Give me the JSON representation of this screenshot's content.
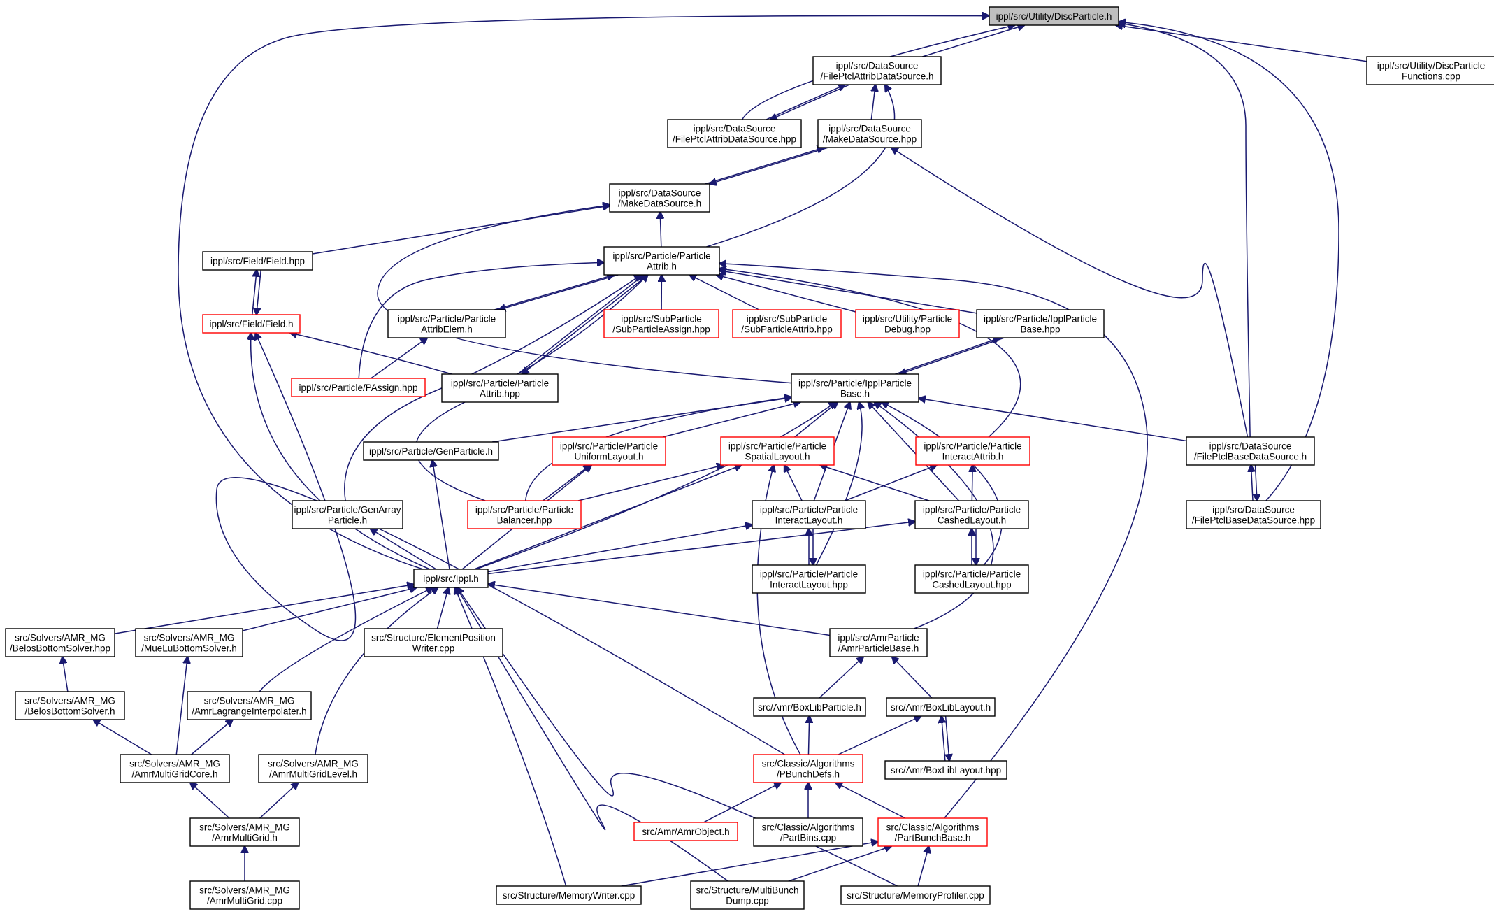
{
  "diagram": {
    "nodes": [
      {
        "id": "disc",
        "lines": [
          "ippl/src/Utility/DiscParticle.h"
        ],
        "style": "root"
      },
      {
        "id": "fpadsh",
        "lines": [
          "ippl/src/DataSource",
          "/FilePtclAttribDataSource.h"
        ],
        "style": "normal"
      },
      {
        "id": "dpfunc",
        "lines": [
          "ippl/src/Utility/DiscParticle",
          "Functions.cpp"
        ],
        "style": "normal"
      },
      {
        "id": "fpadshpp",
        "lines": [
          "ippl/src/DataSource",
          "/FilePtclAttribDataSource.hpp"
        ],
        "style": "normal"
      },
      {
        "id": "mdshpp",
        "lines": [
          "ippl/src/DataSource",
          "/MakeDataSource.hpp"
        ],
        "style": "normal"
      },
      {
        "id": "mdsh",
        "lines": [
          "ippl/src/DataSource",
          "/MakeDataSource.h"
        ],
        "style": "normal"
      },
      {
        "id": "fieldhpp",
        "lines": [
          "ippl/src/Field/Field.hpp"
        ],
        "style": "normal"
      },
      {
        "id": "pattribh",
        "lines": [
          "ippl/src/Particle/Particle",
          "Attrib.h"
        ],
        "style": "normal"
      },
      {
        "id": "fieldh",
        "lines": [
          "ippl/src/Field/Field.h"
        ],
        "style": "red"
      },
      {
        "id": "pattribelem",
        "lines": [
          "ippl/src/Particle/Particle",
          "AttribElem.h"
        ],
        "style": "normal"
      },
      {
        "id": "subassign",
        "lines": [
          "ippl/src/SubParticle",
          "/SubParticleAssign.hpp"
        ],
        "style": "red"
      },
      {
        "id": "subattrib",
        "lines": [
          "ippl/src/SubParticle",
          "/SubParticleAttrib.hpp"
        ],
        "style": "red"
      },
      {
        "id": "pdebug",
        "lines": [
          "ippl/src/Utility/Particle",
          "Debug.hpp"
        ],
        "style": "red"
      },
      {
        "id": "ipplbasehpp",
        "lines": [
          "ippl/src/Particle/IpplParticle",
          "Base.hpp"
        ],
        "style": "normal"
      },
      {
        "id": "passign",
        "lines": [
          "ippl/src/Particle/PAssign.hpp"
        ],
        "style": "red"
      },
      {
        "id": "pattribhpp",
        "lines": [
          "ippl/src/Particle/Particle",
          "Attrib.hpp"
        ],
        "style": "normal"
      },
      {
        "id": "ipplbaseh",
        "lines": [
          "ippl/src/Particle/IpplParticle",
          "Base.h"
        ],
        "style": "normal"
      },
      {
        "id": "genparticle",
        "lines": [
          "ippl/src/Particle/GenParticle.h"
        ],
        "style": "normal"
      },
      {
        "id": "uniform",
        "lines": [
          "ippl/src/Particle/Particle",
          "UniformLayout.h"
        ],
        "style": "red"
      },
      {
        "id": "spatial",
        "lines": [
          "ippl/src/Particle/Particle",
          "SpatialLayout.h"
        ],
        "style": "red"
      },
      {
        "id": "interattrib",
        "lines": [
          "ippl/src/Particle/Particle",
          "InteractAttrib.h"
        ],
        "style": "red"
      },
      {
        "id": "fpbdsh",
        "lines": [
          "ippl/src/DataSource",
          "/FilePtclBaseDataSource.h"
        ],
        "style": "normal"
      },
      {
        "id": "genarray",
        "lines": [
          "ippl/src/Particle/GenArray",
          "Particle.h"
        ],
        "style": "normal"
      },
      {
        "id": "balancer",
        "lines": [
          "ippl/src/Particle/Particle",
          "Balancer.hpp"
        ],
        "style": "red"
      },
      {
        "id": "interlayouth",
        "lines": [
          "ippl/src/Particle/Particle",
          "InteractLayout.h"
        ],
        "style": "normal"
      },
      {
        "id": "cachedh",
        "lines": [
          "ippl/src/Particle/Particle",
          "CashedLayout.h"
        ],
        "style": "normal"
      },
      {
        "id": "fpbdshpp",
        "lines": [
          "ippl/src/DataSource",
          "/FilePtclBaseDataSource.hpp"
        ],
        "style": "normal"
      },
      {
        "id": "ippl",
        "lines": [
          "ippl/src/Ippl.h"
        ],
        "style": "normal"
      },
      {
        "id": "interlayouthpp",
        "lines": [
          "ippl/src/Particle/Particle",
          "InteractLayout.hpp"
        ],
        "style": "normal"
      },
      {
        "id": "cachedhpp",
        "lines": [
          "ippl/src/Particle/Particle",
          "CashedLayout.hpp"
        ],
        "style": "normal"
      },
      {
        "id": "belosbshpp",
        "lines": [
          "src/Solvers/AMR_MG",
          "/BelosBottomSolver.hpp"
        ],
        "style": "normal"
      },
      {
        "id": "muelu",
        "lines": [
          "src/Solvers/AMR_MG",
          "/MueLuBottomSolver.h"
        ],
        "style": "normal"
      },
      {
        "id": "elempos",
        "lines": [
          "src/Structure/ElementPosition",
          "Writer.cpp"
        ],
        "style": "normal"
      },
      {
        "id": "amrpbase",
        "lines": [
          "ippl/src/AmrParticle",
          "/AmrParticleBase.h"
        ],
        "style": "normal"
      },
      {
        "id": "belosbsh",
        "lines": [
          "src/Solvers/AMR_MG",
          "/BelosBottomSolver.h"
        ],
        "style": "normal"
      },
      {
        "id": "amrlagr",
        "lines": [
          "src/Solvers/AMR_MG",
          "/AmrLagrangeInterpolater.h"
        ],
        "style": "normal"
      },
      {
        "id": "boxlibp",
        "lines": [
          "src/Amr/BoxLibParticle.h"
        ],
        "style": "normal"
      },
      {
        "id": "boxliblh",
        "lines": [
          "src/Amr/BoxLibLayout.h"
        ],
        "style": "normal"
      },
      {
        "id": "amrmgcore",
        "lines": [
          "src/Solvers/AMR_MG",
          "/AmrMultiGridCore.h"
        ],
        "style": "normal"
      },
      {
        "id": "amrmglevel",
        "lines": [
          "src/Solvers/AMR_MG",
          "/AmrMultiGridLevel.h"
        ],
        "style": "normal"
      },
      {
        "id": "pbunchdefs",
        "lines": [
          "src/Classic/Algorithms",
          "/PBunchDefs.h"
        ],
        "style": "red"
      },
      {
        "id": "boxliblhpp",
        "lines": [
          "src/Amr/BoxLibLayout.hpp"
        ],
        "style": "normal"
      },
      {
        "id": "amrmgh",
        "lines": [
          "src/Solvers/AMR_MG",
          "/AmrMultiGrid.h"
        ],
        "style": "normal"
      },
      {
        "id": "amrobject",
        "lines": [
          "src/Amr/AmrObject.h"
        ],
        "style": "red"
      },
      {
        "id": "partbins",
        "lines": [
          "src/Classic/Algorithms",
          "/PartBins.cpp"
        ],
        "style": "normal"
      },
      {
        "id": "partbunchbase",
        "lines": [
          "src/Classic/Algorithms",
          "/PartBunchBase.h"
        ],
        "style": "red"
      },
      {
        "id": "amrmgcpp",
        "lines": [
          "src/Solvers/AMR_MG",
          "/AmrMultiGrid.cpp"
        ],
        "style": "normal"
      },
      {
        "id": "memwriter",
        "lines": [
          "src/Structure/MemoryWriter.cpp"
        ],
        "style": "normal"
      },
      {
        "id": "multibunch",
        "lines": [
          "src/Structure/MultiBunch",
          "Dump.cpp"
        ],
        "style": "normal"
      },
      {
        "id": "memprof",
        "lines": [
          "src/Structure/MemoryProfiler.cpp"
        ],
        "style": "normal"
      }
    ],
    "edges": [
      [
        "fpadsh",
        "disc"
      ],
      [
        "dpfunc",
        "disc"
      ],
      [
        "fpadshpp",
        "disc"
      ],
      [
        "fpbdsh",
        "disc"
      ],
      [
        "fpbdshpp",
        "disc"
      ],
      [
        "ippl",
        "disc"
      ],
      [
        "fpadshpp",
        "fpadsh"
      ],
      [
        "fpadsh",
        "fpadshpp"
      ],
      [
        "mdshpp",
        "fpadsh"
      ],
      [
        "pattribh",
        "fpadsh"
      ],
      [
        "mdsh",
        "mdshpp"
      ],
      [
        "mdshpp",
        "mdsh"
      ],
      [
        "fpbdsh",
        "mdshpp"
      ],
      [
        "pattribh",
        "mdsh"
      ],
      [
        "fieldhpp",
        "mdsh"
      ],
      [
        "ipplbaseh",
        "mdsh"
      ],
      [
        "fieldh",
        "fieldhpp"
      ],
      [
        "fieldhpp",
        "fieldh"
      ],
      [
        "ippl",
        "fieldh"
      ],
      [
        "pattribhpp",
        "fieldh"
      ],
      [
        "pbunchdefs",
        "fieldh"
      ],
      [
        "pattribelem",
        "pattribh"
      ],
      [
        "pattribh",
        "pattribelem"
      ],
      [
        "subassign",
        "pattribh"
      ],
      [
        "subattrib",
        "pattribh"
      ],
      [
        "pdebug",
        "pattribh"
      ],
      [
        "ipplbasehpp",
        "pattribh"
      ],
      [
        "passign",
        "pattribh"
      ],
      [
        "pattribhpp",
        "pattribh"
      ],
      [
        "pattribh",
        "pattribhpp"
      ],
      [
        "genarray",
        "pattribh"
      ],
      [
        "balancer",
        "pattribh"
      ],
      [
        "interattrib",
        "pattribh"
      ],
      [
        "partbunchbase",
        "pattribh"
      ],
      [
        "passign",
        "pattribelem"
      ],
      [
        "ipplbaseh",
        "ipplbasehpp"
      ],
      [
        "ipplbasehpp",
        "ipplbaseh"
      ],
      [
        "genparticle",
        "ipplbaseh"
      ],
      [
        "uniform",
        "ipplbaseh"
      ],
      [
        "spatial",
        "ipplbaseh"
      ],
      [
        "interlayouth",
        "ipplbaseh"
      ],
      [
        "cachedh",
        "ipplbaseh"
      ],
      [
        "fpbdsh",
        "ipplbaseh"
      ],
      [
        "ippl",
        "ipplbaseh"
      ],
      [
        "balancer",
        "ipplbaseh"
      ],
      [
        "interlayouthpp",
        "ipplbaseh"
      ],
      [
        "cachedhpp",
        "ipplbaseh"
      ],
      [
        "amrpbase",
        "ipplbaseh"
      ],
      [
        "fpbdshpp",
        "fpbdsh"
      ],
      [
        "fpbdsh",
        "fpbdshpp"
      ],
      [
        "ippl",
        "genparticle"
      ],
      [
        "balancer",
        "uniform"
      ],
      [
        "ippl",
        "uniform"
      ],
      [
        "balancer",
        "spatial"
      ],
      [
        "interlayouth",
        "spatial"
      ],
      [
        "cachedh",
        "spatial"
      ],
      [
        "ippl",
        "spatial"
      ],
      [
        "pbunchdefs",
        "spatial"
      ],
      [
        "interlayouth",
        "interattrib"
      ],
      [
        "cachedh",
        "interattrib"
      ],
      [
        "ippl",
        "genarray"
      ],
      [
        "interlayouthpp",
        "interlayouth"
      ],
      [
        "interlayouth",
        "interlayouthpp"
      ],
      [
        "ippl",
        "interlayouth"
      ],
      [
        "cachedhpp",
        "cachedh"
      ],
      [
        "cachedh",
        "cachedhpp"
      ],
      [
        "ippl",
        "cachedh"
      ],
      [
        "belosbshpp",
        "ippl"
      ],
      [
        "muelu",
        "ippl"
      ],
      [
        "elempos",
        "ippl"
      ],
      [
        "amrpbase",
        "ippl"
      ],
      [
        "amrlagr",
        "ippl"
      ],
      [
        "amrmglevel",
        "ippl"
      ],
      [
        "memwriter",
        "ippl"
      ],
      [
        "multibunch",
        "ippl"
      ],
      [
        "memprof",
        "ippl"
      ],
      [
        "belosbsh",
        "belosbshpp"
      ],
      [
        "amrmgcore",
        "belosbsh"
      ],
      [
        "amrmgcore",
        "muelu"
      ],
      [
        "amrmgcore",
        "amrlagr"
      ],
      [
        "boxlibp",
        "amrpbase"
      ],
      [
        "boxliblh",
        "amrpbase"
      ],
      [
        "pbunchdefs",
        "boxlibp"
      ],
      [
        "pbunchdefs",
        "boxliblh"
      ],
      [
        "boxliblhpp",
        "boxliblh"
      ],
      [
        "boxliblh",
        "boxliblhpp"
      ],
      [
        "amrmgh",
        "amrmgcore"
      ],
      [
        "amrmgh",
        "amrmglevel"
      ],
      [
        "amrmgcpp",
        "amrmgh"
      ],
      [
        "amrobject",
        "pbunchdefs"
      ],
      [
        "partbins",
        "pbunchdefs"
      ],
      [
        "partbunchbase",
        "pbunchdefs"
      ],
      [
        "memwriter",
        "partbunchbase"
      ],
      [
        "multibunch",
        "partbunchbase"
      ],
      [
        "memprof",
        "partbunchbase"
      ]
    ]
  }
}
